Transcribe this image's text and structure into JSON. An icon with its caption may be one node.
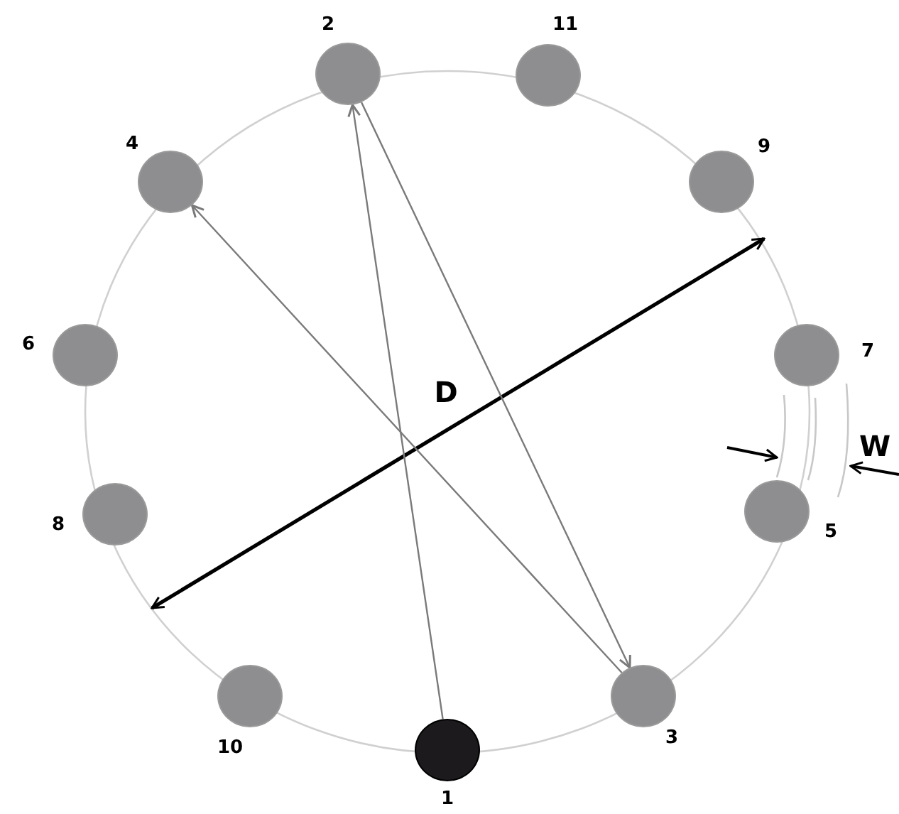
{
  "diagram": {
    "nodes": [
      {
        "text": [],
        "shape": "circle",
        "beside": [
          "2"
        ]
      },
      {
        "text": [],
        "shape": "circle",
        "beside": [
          "11"
        ]
      },
      {
        "text": [],
        "shape": "circle",
        "beside": [
          "4"
        ]
      },
      {
        "text": [],
        "shape": "circle",
        "beside": [
          "9"
        ]
      },
      {
        "text": [],
        "shape": "circle",
        "beside": [
          "6"
        ]
      },
      {
        "text": [],
        "shape": "circle",
        "beside": [
          "7"
        ]
      },
      {
        "text": [],
        "shape": "circle",
        "beside": [
          "8"
        ]
      },
      {
        "text": [],
        "shape": "circle",
        "beside": [
          "5"
        ]
      },
      {
        "text": [],
        "shape": "circle",
        "beside": [
          "10"
        ]
      },
      {
        "text": [],
        "shape": "circle",
        "beside": [
          "3"
        ]
      },
      {
        "text": [],
        "shape": "circle",
        "beside": [
          "1"
        ]
      }
    ],
    "edges": [
      {
        "from": 10,
        "to": 0,
        "arrow": "to"
      },
      {
        "from": 0,
        "to": 9,
        "arrow": "to"
      },
      {
        "from": 9,
        "to": 2,
        "arrow": "to"
      }
    ],
    "labels": [
      "D",
      "W"
    ]
  }
}
